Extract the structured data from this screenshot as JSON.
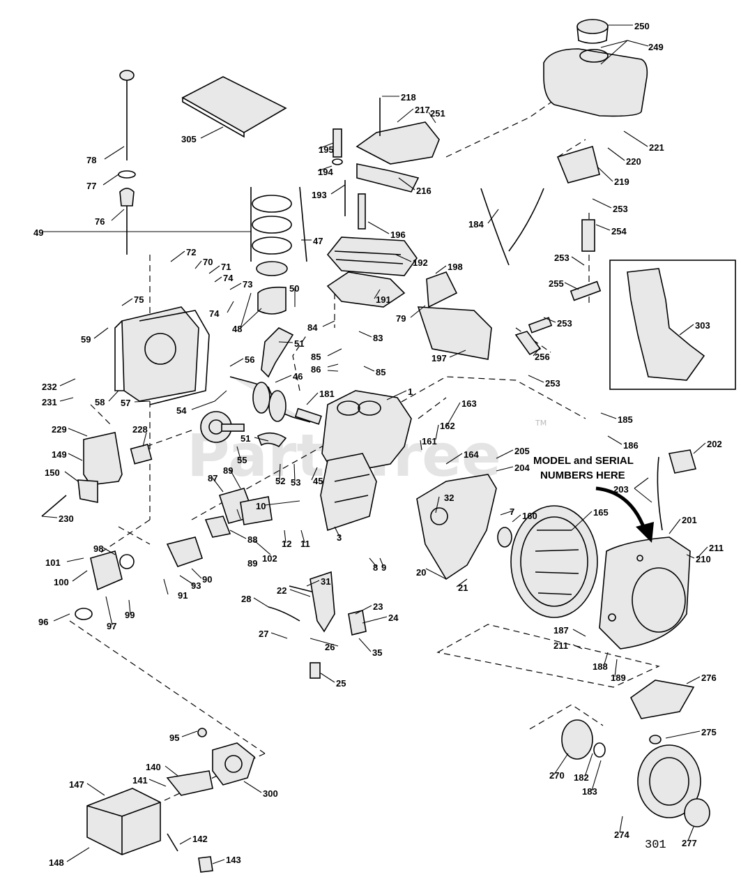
{
  "watermark": "PartsTree",
  "watermark_tm": "TM",
  "model_note": {
    "line1": "MODEL and SERIAL",
    "line2": "NUMBERS HERE"
  },
  "drawing_number": "301",
  "callouts": [
    {
      "id": "c250",
      "label": "250"
    },
    {
      "id": "c249",
      "label": "249"
    },
    {
      "id": "c305",
      "label": "305"
    },
    {
      "id": "c218",
      "label": "218"
    },
    {
      "id": "c217",
      "label": "217"
    },
    {
      "id": "c251",
      "label": "251"
    },
    {
      "id": "c78",
      "label": "78"
    },
    {
      "id": "c195",
      "label": "195"
    },
    {
      "id": "c221",
      "label": "221"
    },
    {
      "id": "c194",
      "label": "194"
    },
    {
      "id": "c220",
      "label": "220"
    },
    {
      "id": "c77",
      "label": "77"
    },
    {
      "id": "c219",
      "label": "219"
    },
    {
      "id": "c216",
      "label": "216"
    },
    {
      "id": "c193",
      "label": "193"
    },
    {
      "id": "c253a",
      "label": "253"
    },
    {
      "id": "c76",
      "label": "76"
    },
    {
      "id": "c184",
      "label": "184"
    },
    {
      "id": "c254",
      "label": "254"
    },
    {
      "id": "c49",
      "label": "49"
    },
    {
      "id": "c196",
      "label": "196"
    },
    {
      "id": "c47",
      "label": "47"
    },
    {
      "id": "c72",
      "label": "72"
    },
    {
      "id": "c253b",
      "label": "253"
    },
    {
      "id": "c70",
      "label": "70"
    },
    {
      "id": "c192",
      "label": "192"
    },
    {
      "id": "c71",
      "label": "71"
    },
    {
      "id": "c198",
      "label": "198"
    },
    {
      "id": "c74a",
      "label": "74"
    },
    {
      "id": "c255",
      "label": "255"
    },
    {
      "id": "c73",
      "label": "73"
    },
    {
      "id": "c50",
      "label": "50"
    },
    {
      "id": "c75",
      "label": "75"
    },
    {
      "id": "c191",
      "label": "191"
    },
    {
      "id": "c74b",
      "label": "74"
    },
    {
      "id": "c303",
      "label": "303"
    },
    {
      "id": "c79",
      "label": "79"
    },
    {
      "id": "c253c",
      "label": "253"
    },
    {
      "id": "c48",
      "label": "48"
    },
    {
      "id": "c84",
      "label": "84"
    },
    {
      "id": "c59",
      "label": "59"
    },
    {
      "id": "c83",
      "label": "83"
    },
    {
      "id": "c51a",
      "label": "51"
    },
    {
      "id": "c85a",
      "label": "85"
    },
    {
      "id": "c256",
      "label": "256"
    },
    {
      "id": "c56",
      "label": "56"
    },
    {
      "id": "c197",
      "label": "197"
    },
    {
      "id": "c86",
      "label": "86"
    },
    {
      "id": "c85b",
      "label": "85"
    },
    {
      "id": "c46",
      "label": "46"
    },
    {
      "id": "c232",
      "label": "232"
    },
    {
      "id": "c253d",
      "label": "253"
    },
    {
      "id": "c231",
      "label": "231"
    },
    {
      "id": "c1",
      "label": "1"
    },
    {
      "id": "c58",
      "label": "58"
    },
    {
      "id": "c181",
      "label": "181"
    },
    {
      "id": "c57",
      "label": "57"
    },
    {
      "id": "c163",
      "label": "163"
    },
    {
      "id": "c54",
      "label": "54"
    },
    {
      "id": "c229",
      "label": "229"
    },
    {
      "id": "c228",
      "label": "228"
    },
    {
      "id": "c185",
      "label": "185"
    },
    {
      "id": "c162",
      "label": "162"
    },
    {
      "id": "c51b",
      "label": "51"
    },
    {
      "id": "c161",
      "label": "161"
    },
    {
      "id": "c186",
      "label": "186"
    },
    {
      "id": "c205",
      "label": "205"
    },
    {
      "id": "c202",
      "label": "202"
    },
    {
      "id": "c149",
      "label": "149"
    },
    {
      "id": "c55",
      "label": "55"
    },
    {
      "id": "c164",
      "label": "164"
    },
    {
      "id": "c204",
      "label": "204"
    },
    {
      "id": "c87",
      "label": "87"
    },
    {
      "id": "c89a",
      "label": "89"
    },
    {
      "id": "c150",
      "label": "150"
    },
    {
      "id": "c52",
      "label": "52"
    },
    {
      "id": "c53",
      "label": "53"
    },
    {
      "id": "c45",
      "label": "45"
    },
    {
      "id": "c203",
      "label": "203"
    },
    {
      "id": "c230",
      "label": "230"
    },
    {
      "id": "c10",
      "label": "10"
    },
    {
      "id": "c32",
      "label": "32"
    },
    {
      "id": "c7",
      "label": "7"
    },
    {
      "id": "c160",
      "label": "160"
    },
    {
      "id": "c165",
      "label": "165"
    },
    {
      "id": "c201",
      "label": "201"
    },
    {
      "id": "c88",
      "label": "88"
    },
    {
      "id": "c12",
      "label": "12"
    },
    {
      "id": "c11",
      "label": "11"
    },
    {
      "id": "c3",
      "label": "3"
    },
    {
      "id": "c98",
      "label": "98"
    },
    {
      "id": "c89b",
      "label": "89"
    },
    {
      "id": "c102",
      "label": "102"
    },
    {
      "id": "c211a",
      "label": "211"
    },
    {
      "id": "c101",
      "label": "101"
    },
    {
      "id": "c210",
      "label": "210"
    },
    {
      "id": "c100",
      "label": "100"
    },
    {
      "id": "c8",
      "label": "8"
    },
    {
      "id": "c9",
      "label": "9"
    },
    {
      "id": "c31",
      "label": "31"
    },
    {
      "id": "c21",
      "label": "21"
    },
    {
      "id": "c20",
      "label": "20"
    },
    {
      "id": "c90",
      "label": "90"
    },
    {
      "id": "c93",
      "label": "93"
    },
    {
      "id": "c91",
      "label": "91"
    },
    {
      "id": "c99",
      "label": "99"
    },
    {
      "id": "c22",
      "label": "22"
    },
    {
      "id": "c28",
      "label": "28"
    },
    {
      "id": "c96",
      "label": "96"
    },
    {
      "id": "c97",
      "label": "97"
    },
    {
      "id": "c23",
      "label": "23"
    },
    {
      "id": "c24",
      "label": "24"
    },
    {
      "id": "c27",
      "label": "27"
    },
    {
      "id": "c26",
      "label": "26"
    },
    {
      "id": "c35",
      "label": "35"
    },
    {
      "id": "c187",
      "label": "187"
    },
    {
      "id": "c211b",
      "label": "211"
    },
    {
      "id": "c188",
      "label": "188"
    },
    {
      "id": "c189",
      "label": "189"
    },
    {
      "id": "c25",
      "label": "25"
    },
    {
      "id": "c276",
      "label": "276"
    },
    {
      "id": "c95",
      "label": "95"
    },
    {
      "id": "c275",
      "label": "275"
    },
    {
      "id": "c140",
      "label": "140"
    },
    {
      "id": "c141",
      "label": "141"
    },
    {
      "id": "c147",
      "label": "147"
    },
    {
      "id": "c300",
      "label": "300"
    },
    {
      "id": "c270",
      "label": "270"
    },
    {
      "id": "c182",
      "label": "182"
    },
    {
      "id": "c183",
      "label": "183"
    },
    {
      "id": "c142",
      "label": "142"
    },
    {
      "id": "c274",
      "label": "274"
    },
    {
      "id": "c277",
      "label": "277"
    },
    {
      "id": "c148",
      "label": "148"
    },
    {
      "id": "c143",
      "label": "143"
    }
  ]
}
